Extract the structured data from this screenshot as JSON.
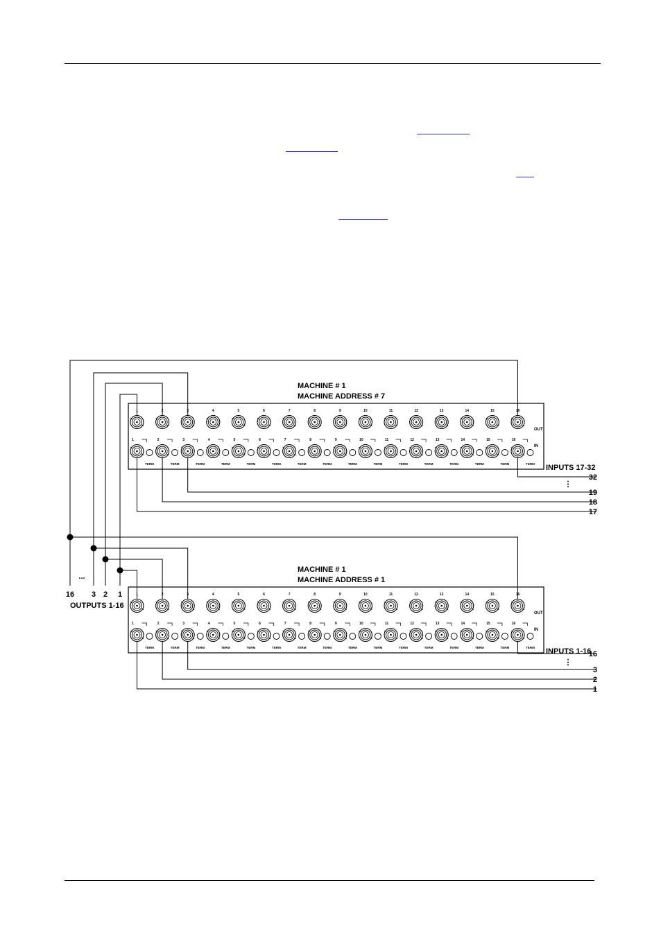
{
  "decor": {
    "link_color": "#2a2ad6"
  },
  "machines": [
    {
      "id": "upper",
      "title": "MACHINE # 1",
      "address": "MACHINE ADDRESS # 7",
      "inputs_label": "INPUTS 17-32",
      "input_numbers": [
        "32",
        "19",
        "18",
        "17"
      ]
    },
    {
      "id": "lower",
      "title": "MACHINE # 1",
      "address": "MACHINE ADDRESS # 1",
      "inputs_label": "INPUTS 1-16",
      "input_numbers": [
        "16",
        "3",
        "2",
        "1"
      ]
    }
  ],
  "panel": {
    "port_numbers": [
      "1",
      "2",
      "3",
      "4",
      "5",
      "6",
      "7",
      "8",
      "9",
      "10",
      "11",
      "12",
      "13",
      "14",
      "15",
      "16"
    ],
    "out_label": "OUT",
    "in_label": "IN",
    "term_label": "TERM"
  },
  "outputs": {
    "label": "OUTPUTS 1-16",
    "numbers": [
      "16",
      "3",
      "2",
      "1"
    ],
    "ellipsis": "..."
  },
  "vertical_ellipsis": "⋮"
}
